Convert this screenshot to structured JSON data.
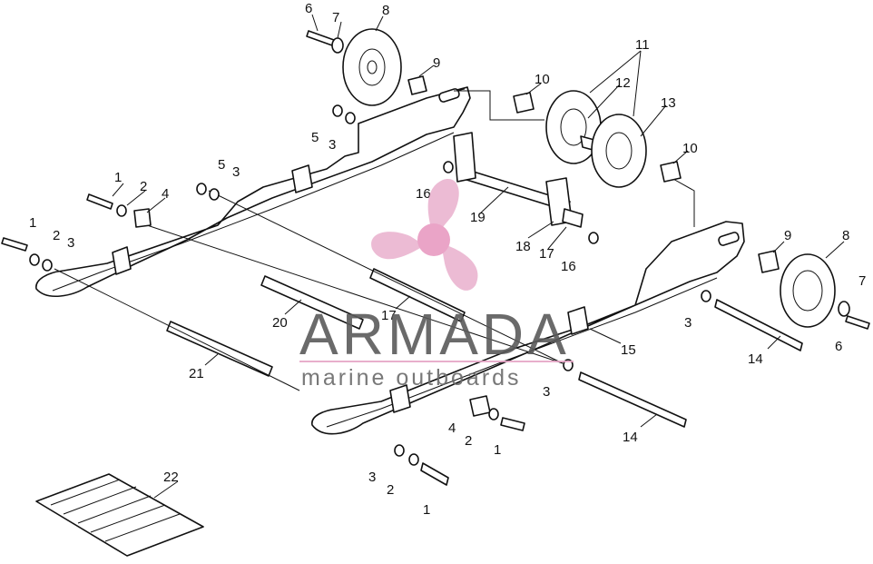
{
  "diagram": {
    "callouts": [
      {
        "id": "c6a",
        "text": "6"
      },
      {
        "id": "c7a",
        "text": "7"
      },
      {
        "id": "c8a",
        "text": "8"
      },
      {
        "id": "c9a",
        "text": "9"
      },
      {
        "id": "c10a",
        "text": "10"
      },
      {
        "id": "c11",
        "text": "11"
      },
      {
        "id": "c12",
        "text": "12"
      },
      {
        "id": "c13",
        "text": "13"
      },
      {
        "id": "c10b",
        "text": "10"
      },
      {
        "id": "c5a",
        "text": "5"
      },
      {
        "id": "c3a",
        "text": "3"
      },
      {
        "id": "c5b",
        "text": "5"
      },
      {
        "id": "c3b",
        "text": "3"
      },
      {
        "id": "c1a",
        "text": "1"
      },
      {
        "id": "c2a",
        "text": "2"
      },
      {
        "id": "c4a",
        "text": "4"
      },
      {
        "id": "c16a",
        "text": "16"
      },
      {
        "id": "c19",
        "text": "19"
      },
      {
        "id": "c1b",
        "text": "1"
      },
      {
        "id": "c2b",
        "text": "2"
      },
      {
        "id": "c3c",
        "text": "3"
      },
      {
        "id": "c18",
        "text": "18"
      },
      {
        "id": "c17a",
        "text": "17"
      },
      {
        "id": "c16b",
        "text": "16"
      },
      {
        "id": "c9b",
        "text": "9"
      },
      {
        "id": "c8b",
        "text": "8"
      },
      {
        "id": "c7b",
        "text": "7"
      },
      {
        "id": "c6b",
        "text": "6"
      },
      {
        "id": "c20",
        "text": "20"
      },
      {
        "id": "c17b",
        "text": "17"
      },
      {
        "id": "c3d",
        "text": "3"
      },
      {
        "id": "c14a",
        "text": "14"
      },
      {
        "id": "c15",
        "text": "15"
      },
      {
        "id": "c21",
        "text": "21"
      },
      {
        "id": "c3e",
        "text": "3"
      },
      {
        "id": "c4b",
        "text": "4"
      },
      {
        "id": "c2c",
        "text": "2"
      },
      {
        "id": "c1c",
        "text": "1"
      },
      {
        "id": "c14b",
        "text": "14"
      },
      {
        "id": "c3f",
        "text": "3"
      },
      {
        "id": "c2d",
        "text": "2"
      },
      {
        "id": "c1d",
        "text": "1"
      },
      {
        "id": "c22",
        "text": "22"
      }
    ]
  },
  "watermark": {
    "brand": "ARMADA",
    "tagline": "marine outboards",
    "logo_icon": "propeller-logo-icon",
    "colors": {
      "logo": "#e6a7c7",
      "hub": "#e89bc2",
      "text": "#5a5a5a",
      "rule": "#e6a7c7"
    }
  }
}
